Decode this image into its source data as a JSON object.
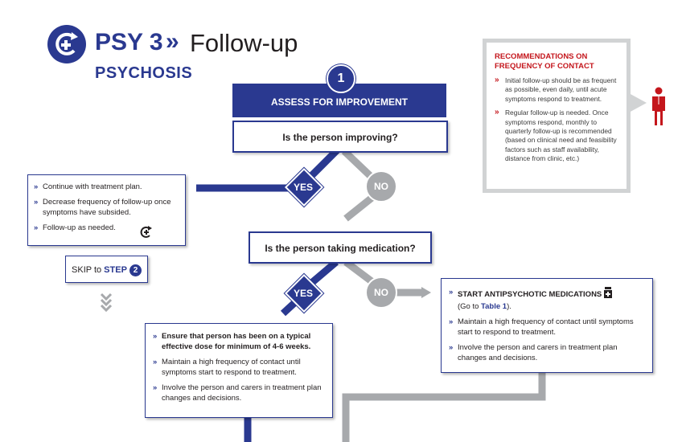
{
  "header": {
    "code": "PSY 3",
    "chevrons": "»",
    "title": "Follow-up",
    "subtitle": "PSYCHOSIS",
    "logo_icon": "mhgap-plus-arrow-icon"
  },
  "step": {
    "number": "1",
    "assess_label": "ASSESS FOR IMPROVEMENT"
  },
  "questions": {
    "improving": "Is the person improving?",
    "medication": "Is the person taking medication?"
  },
  "decisions": {
    "yes": "YES",
    "no": "NO"
  },
  "improving_yes_box": {
    "items": [
      "Continue with treatment plan.",
      "Decrease frequency of follow-up once symptoms have subsided.",
      "Follow-up as needed."
    ]
  },
  "skip": {
    "prefix": "SKIP to ",
    "step_word": "STEP",
    "step_number": "2"
  },
  "medication_yes_box": {
    "items": [
      "Ensure that person has been on a typical effective dose for minimum of 4-6 weeks.",
      "Maintain a high frequency of contact until symptoms start to respond to treatment.",
      "Involve the person and carers in treatment plan changes and decisions."
    ]
  },
  "medication_no_box": {
    "item1_bold": "START ANTIPSYCHOTIC MEDICATIONS",
    "item1_prefix": "(Go to ",
    "item1_link": "Table 1",
    "item1_suffix": ").",
    "items": [
      "Maintain a high frequency of contact until symptoms start to respond to treatment.",
      "Involve the person and carers in treatment plan changes and decisions."
    ],
    "icon": "medication-bottle-icon"
  },
  "recommendations": {
    "title_line1": "RECOMMENDATIONS ON",
    "title_line2": "FREQUENCY OF CONTACT",
    "items": [
      "Initial follow-up should be as frequent as possible, even daily, until acute symptoms respond to treatment.",
      "Regular follow-up is needed. Once symptoms respond, monthly to quarterly follow-up is recommended (based on clinical need and feasibility factors such as staff availability, distance from clinic, etc.)"
    ],
    "icon": "health-worker-icon"
  },
  "colors": {
    "primary_blue": "#2a3990",
    "grey": "#a7a9ac",
    "red": "#c4161c"
  }
}
